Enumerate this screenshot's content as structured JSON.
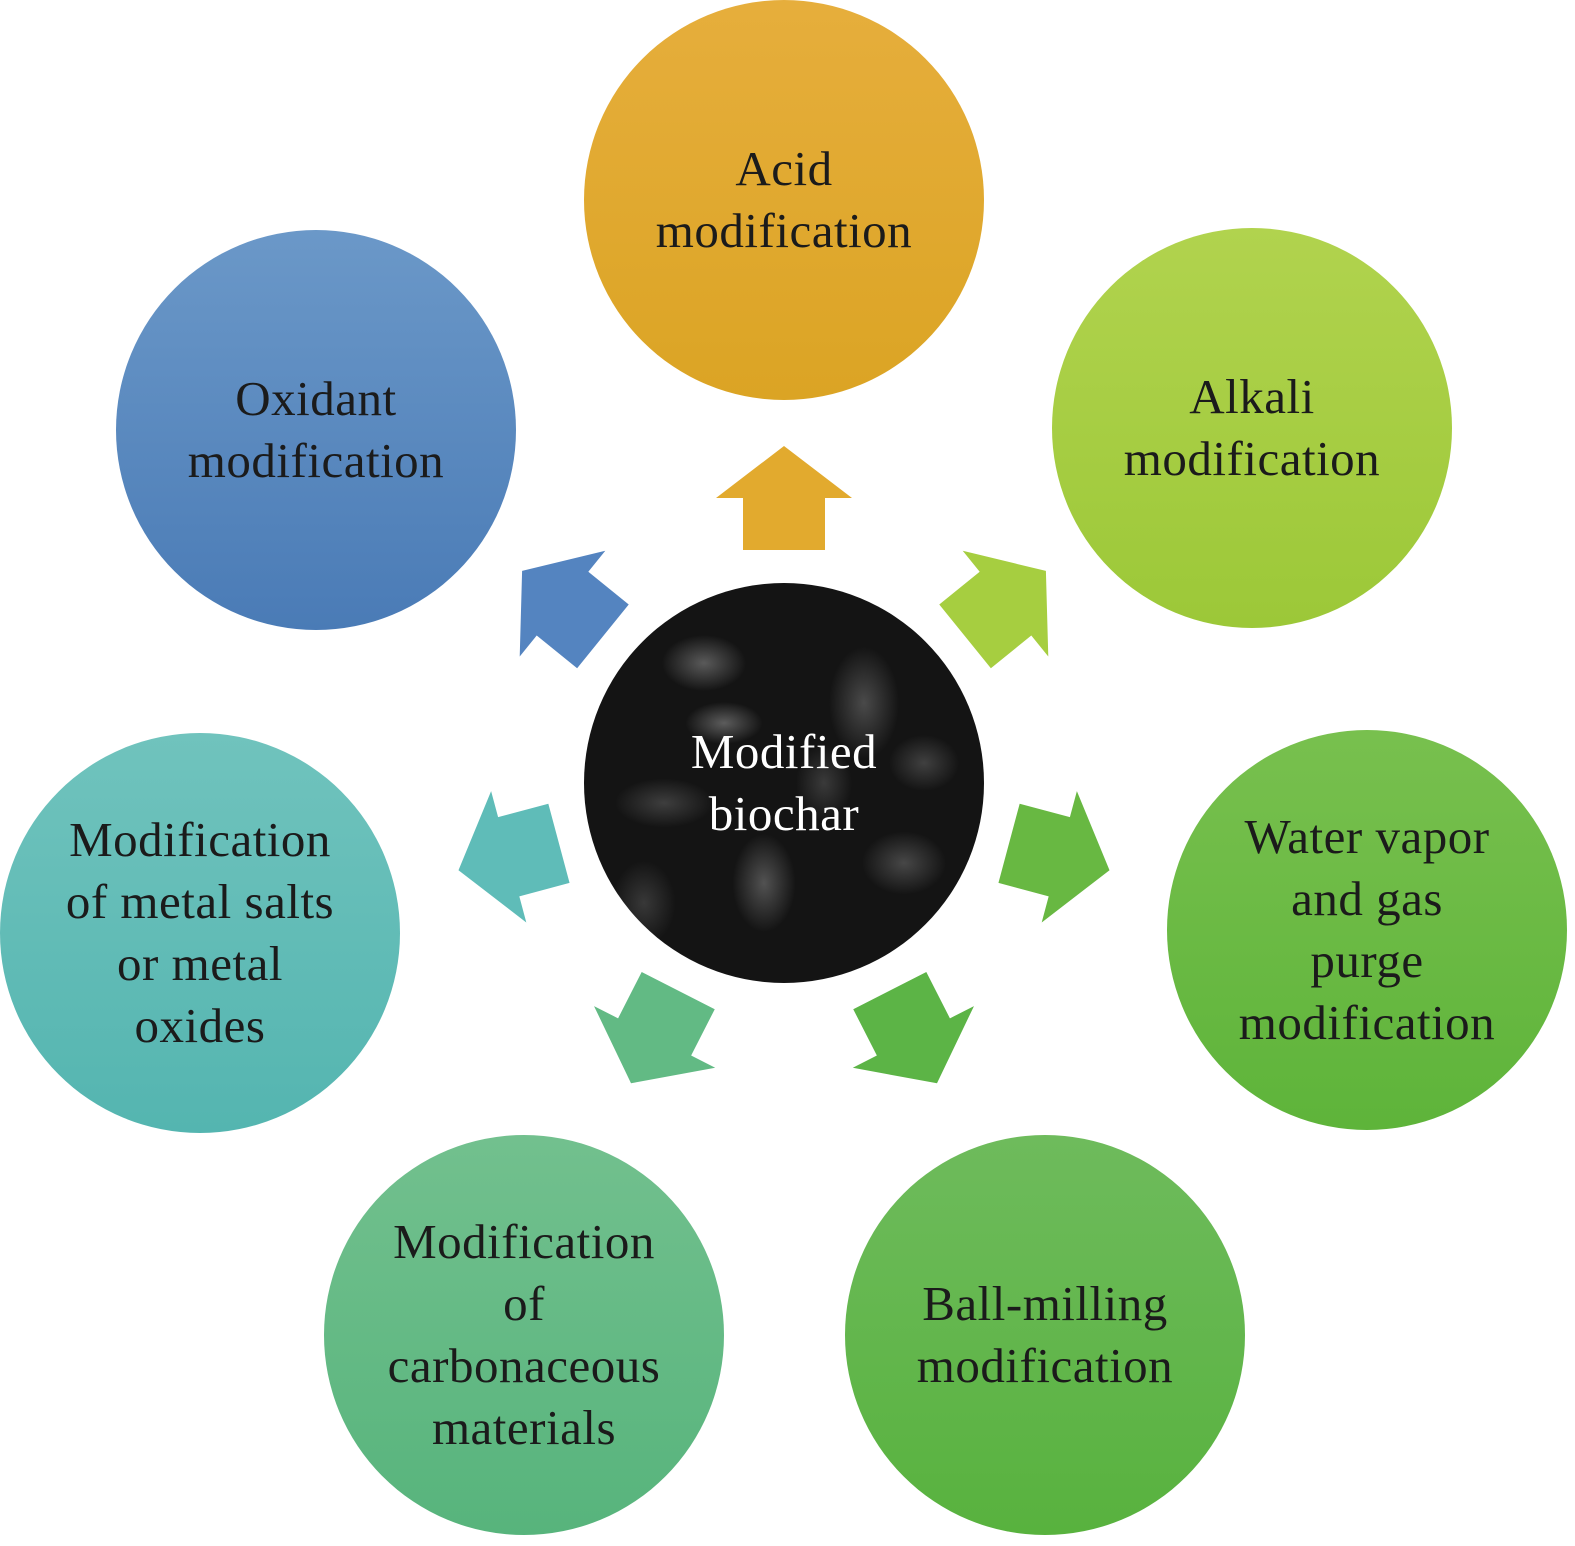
{
  "diagram": {
    "type": "radial-hub",
    "center": {
      "label": "Modified\nbiochar",
      "image": "charcoal-pieces-photo"
    },
    "nodes": [
      {
        "id": "acid",
        "label": "Acid\nmodification",
        "color_top": "#e6ae3c",
        "color_bottom": "#dba424"
      },
      {
        "id": "alkali",
        "label": "Alkali\nmodification",
        "color_top": "#b1d34e",
        "color_bottom": "#9cc838"
      },
      {
        "id": "water-vapor",
        "label": "Water vapor\nand gas\npurge\nmodification",
        "color_top": "#78c04e",
        "color_bottom": "#5eb43a"
      },
      {
        "id": "ball-milling",
        "label": "Ball-milling\nmodification",
        "color_top": "#6ebb5c",
        "color_bottom": "#58b23e"
      },
      {
        "id": "carbonaceous",
        "label": "Modification\nof\ncarbonaceous\nmaterials",
        "color_top": "#72c08e",
        "color_bottom": "#57b47c"
      },
      {
        "id": "metal-salts",
        "label": "Modification\nof metal salts\nor metal\noxides",
        "color_top": "#70c3bd",
        "color_bottom": "#54b5b0"
      },
      {
        "id": "oxidant",
        "label": "Oxidant\nmodification",
        "color_top": "#6b98c8",
        "color_bottom": "#4a7bb6"
      }
    ],
    "arrows": [
      {
        "to": "acid",
        "color": "#e2aa2e"
      },
      {
        "to": "alkali",
        "color": "#a6ce40"
      },
      {
        "to": "water-vapor",
        "color": "#68b842"
      },
      {
        "to": "ball-milling",
        "color": "#5cb446"
      },
      {
        "to": "carbonaceous",
        "color": "#62ba84"
      },
      {
        "to": "metal-salts",
        "color": "#5fbcb8"
      },
      {
        "to": "oxidant",
        "color": "#5484c0"
      }
    ]
  }
}
